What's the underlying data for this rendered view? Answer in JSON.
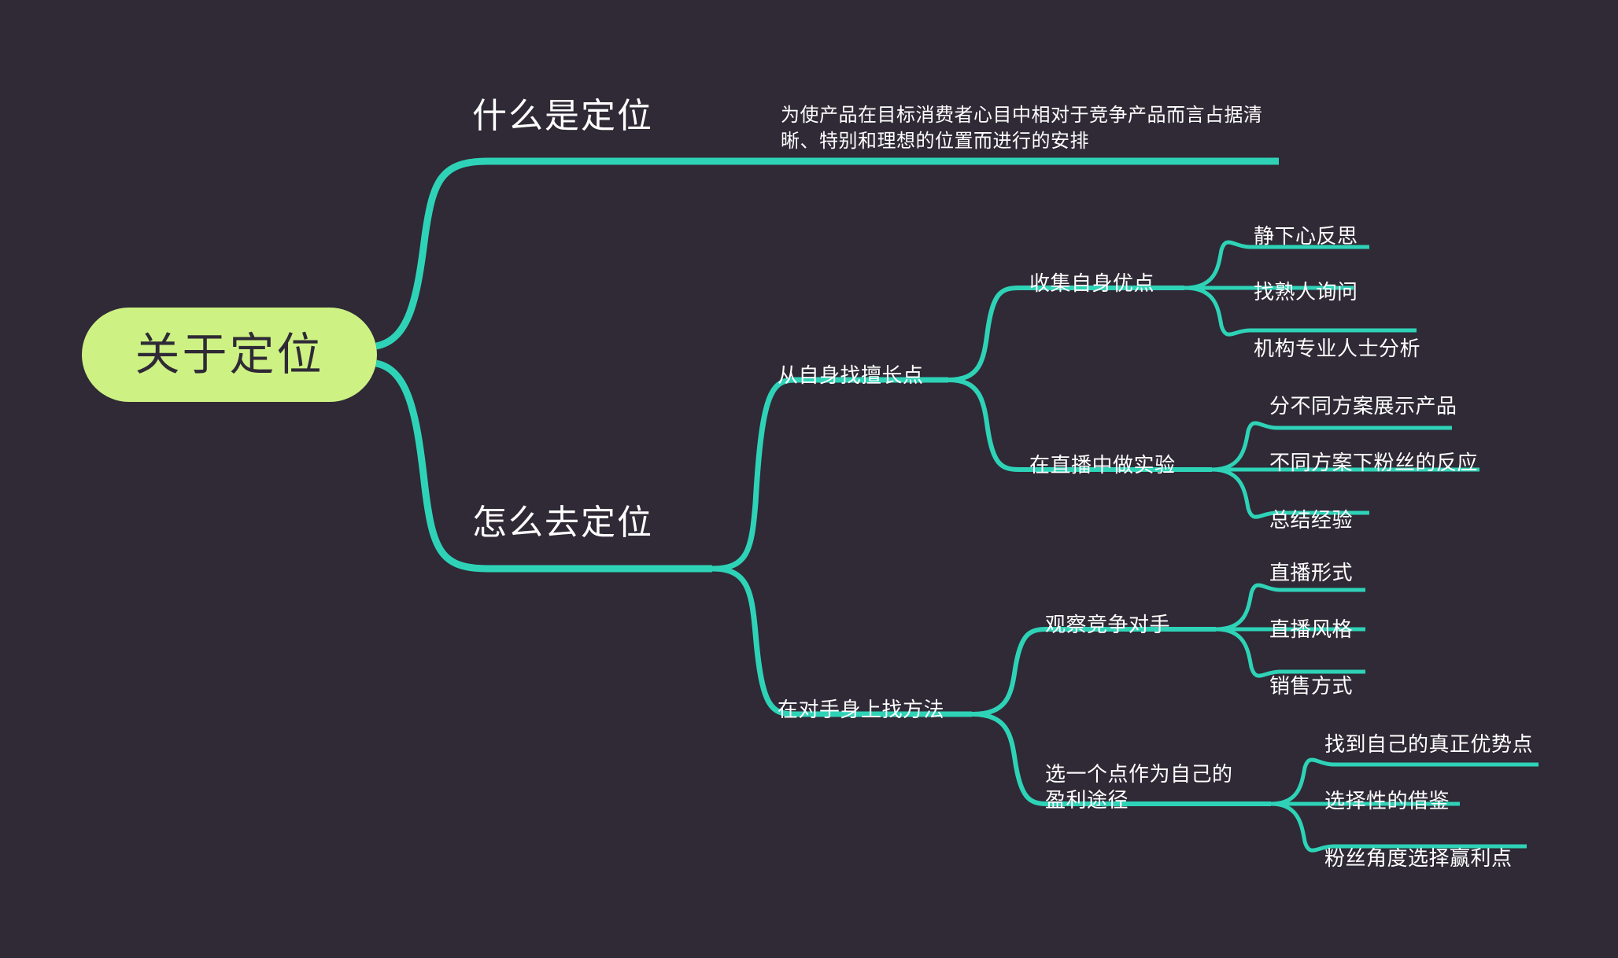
{
  "theme": {
    "background": "#2f2a36",
    "connector": "#2ed3b7",
    "root_fill": "#cdf283",
    "root_text": "#2f2a36",
    "text": "#ffffff"
  },
  "mindmap": {
    "root": "关于定位",
    "branches": [
      {
        "label": "什么是定位",
        "note": "为使产品在目标消费者心目中相对于竞争产品而言占据清晰、特别和理想的位置而进行的安排"
      },
      {
        "label": "怎么去定位",
        "children": [
          {
            "label": "从自身找擅长点",
            "children": [
              {
                "label": "收集自身优点",
                "children": [
                  {
                    "label": "静下心反思"
                  },
                  {
                    "label": "找熟人询问"
                  },
                  {
                    "label": "机构专业人士分析"
                  }
                ]
              },
              {
                "label": "在直播中做实验",
                "children": [
                  {
                    "label": "分不同方案展示产品"
                  },
                  {
                    "label": "不同方案下粉丝的反应"
                  },
                  {
                    "label": "总结经验"
                  }
                ]
              }
            ]
          },
          {
            "label": "在对手身上找方法",
            "children": [
              {
                "label": "观察竞争对手",
                "children": [
                  {
                    "label": "直播形式"
                  },
                  {
                    "label": "直播风格"
                  },
                  {
                    "label": "销售方式"
                  }
                ]
              },
              {
                "label": "选一个点作为自己的\n盈利途径",
                "children": [
                  {
                    "label": "找到自己的真正优势点"
                  },
                  {
                    "label": "选择性的借鉴"
                  },
                  {
                    "label": "粉丝角度选择赢利点"
                  }
                ]
              }
            ]
          }
        ]
      }
    ]
  }
}
